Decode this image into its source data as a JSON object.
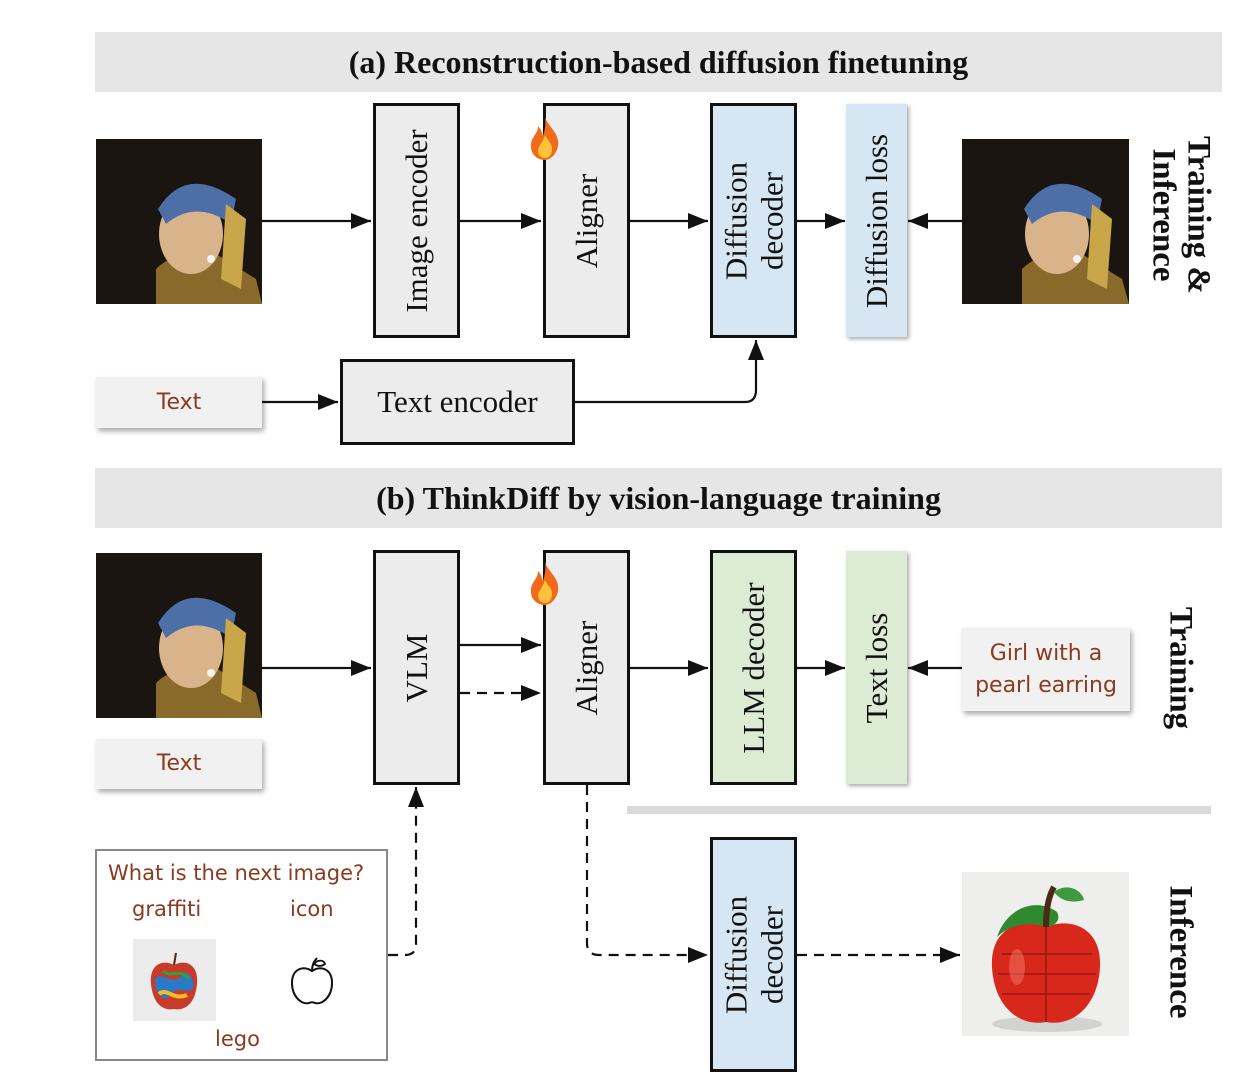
{
  "section_a": {
    "title": "(a) Reconstruction-based diffusion finetuning",
    "image_encoder": "Image encoder",
    "aligner": "Aligner",
    "diffusion_decoder_line1": "Diffusion",
    "diffusion_decoder_line2": "decoder",
    "diffusion_loss": "Diffusion loss",
    "text_input": "Text",
    "text_encoder": "Text encoder",
    "side_label_line1": "Training &",
    "side_label_line2": "Inference"
  },
  "section_b": {
    "title": "(b) ThinkDiff by vision-language training",
    "vlm": "VLM",
    "aligner": "Aligner",
    "llm_decoder": "LLM decoder",
    "text_loss": "Text loss",
    "text_input": "Text",
    "target_text_line1": "Girl with a",
    "target_text_line2": "pearl earring",
    "side_label_training": "Training",
    "diffusion_decoder_line1": "Diffusion",
    "diffusion_decoder_line2": "decoder",
    "side_label_inference": "Inference",
    "prompt": {
      "question": "What is the next image?",
      "label_graffiti": "graffiti",
      "label_icon": "icon",
      "label_lego": "lego"
    }
  },
  "colors": {
    "banner": "#e6e6e6",
    "box_gray": "#ececec",
    "diffusion_blue": "#d6e6f2",
    "llm_green": "#dcebd3",
    "text_brown": "#8b3a1f"
  },
  "icons": [
    "fire-icon",
    "fire-icon",
    "apple-outline-icon"
  ]
}
